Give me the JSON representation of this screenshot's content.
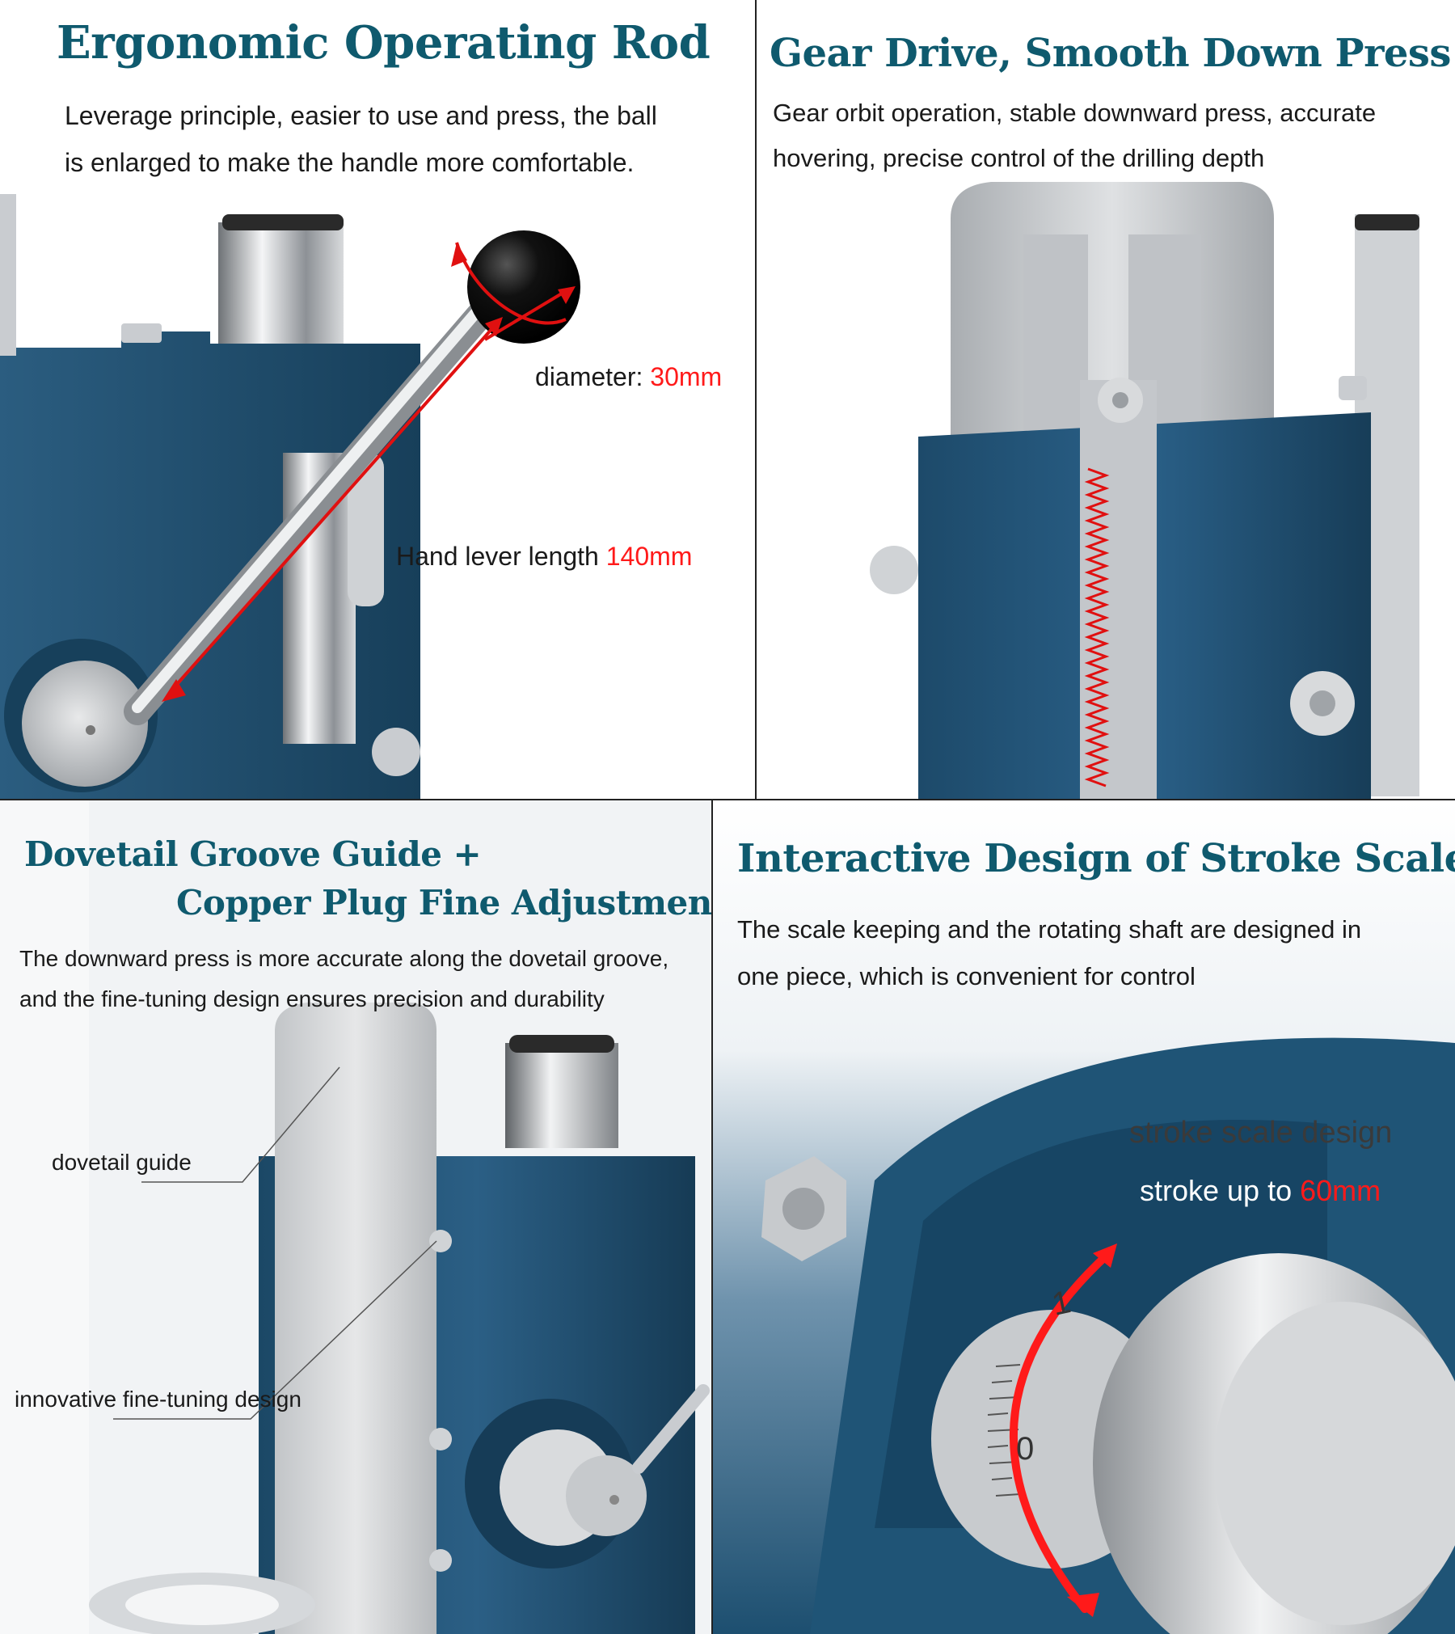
{
  "panels": [
    {
      "title": "Ergonomic Operating Rod",
      "description_line1": "Leverage principle, easier to use and press, the ball",
      "description_line2": "is enlarged to make the handle more comfortable.",
      "callouts": {
        "diameter_label": "diameter:",
        "diameter_value": "30mm",
        "lever_label": "Hand lever length",
        "lever_value": "140mm"
      }
    },
    {
      "title": "Gear Drive, Smooth Down Press",
      "description_line1": "Gear orbit operation, stable downward press, accurate",
      "description_line2": "hovering, precise control of the drilling depth"
    },
    {
      "title_line1": "Dovetail Groove Guide +",
      "title_line2": "Copper Plug Fine Adjustment",
      "description_line1": "The downward press is more accurate along the dovetail groove,",
      "description_line2": "and the fine-tuning design ensures precision and durability",
      "callouts": {
        "dovetail": "dovetail guide",
        "finetune": "innovative fine-tuning design"
      }
    },
    {
      "title": "Interactive Design of Stroke Scale",
      "description_line1": "The scale keeping and the rotating shaft are designed in",
      "description_line2": "one piece, which is convenient for control",
      "callouts": {
        "scale": "stroke scale design",
        "stroke_label": "stroke up to",
        "stroke_value": "60mm"
      },
      "scale_numbers": [
        "1",
        "0"
      ]
    }
  ],
  "colors": {
    "heading": "#0f5a6e",
    "accent": "#ff1a1a",
    "machine_blue": "#1e4f6e",
    "steel": "#c9ccd0"
  },
  "icons": [
    "knob-ball-icon",
    "lever-rod-icon",
    "gear-rack-icon",
    "micrometer-dial-icon"
  ]
}
